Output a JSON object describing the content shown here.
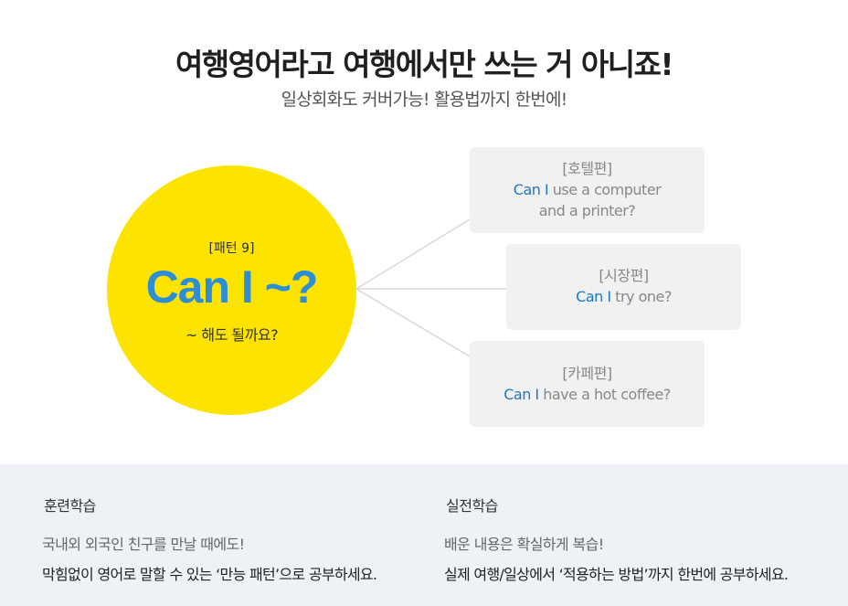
{
  "header": {
    "title": "여행영어라고 여행에서만 쓰는 거 아니죠!",
    "subtitle": "일상회화도 커버가능! 활용법까지 한번에!"
  },
  "pattern": {
    "tag": "[패턴 9]",
    "expression": "Can I ~?",
    "meaning": "~ 해도 될까요?",
    "circle_color": "#fde400",
    "expression_color": "#2d8ed6"
  },
  "examples": [
    {
      "category": "[호텔편]",
      "highlight": "Can I",
      "rest_line1": " use a computer",
      "rest_line2": "and a printer?"
    },
    {
      "category": "[시장편]",
      "highlight": "Can I",
      "rest_line1": " try one?",
      "rest_line2": ""
    },
    {
      "category": "[카페편]",
      "highlight": "Can I",
      "rest_line1": " have a hot coffee?",
      "rest_line2": ""
    }
  ],
  "bottom": {
    "training": {
      "label": "훈련학습",
      "line1": "국내외 외국인 친구를 만날 때에도!",
      "line2": "막힘없이 영어로 말할 수 있는 ‘만능 패턴’으로 공부하세요."
    },
    "practice": {
      "label": "실전학습",
      "line1": "배운 내용은 확실하게 복습!",
      "line2": "실제 여행/일상에서 ‘적용하는 방법’까지 한번에 공부하세요."
    }
  }
}
